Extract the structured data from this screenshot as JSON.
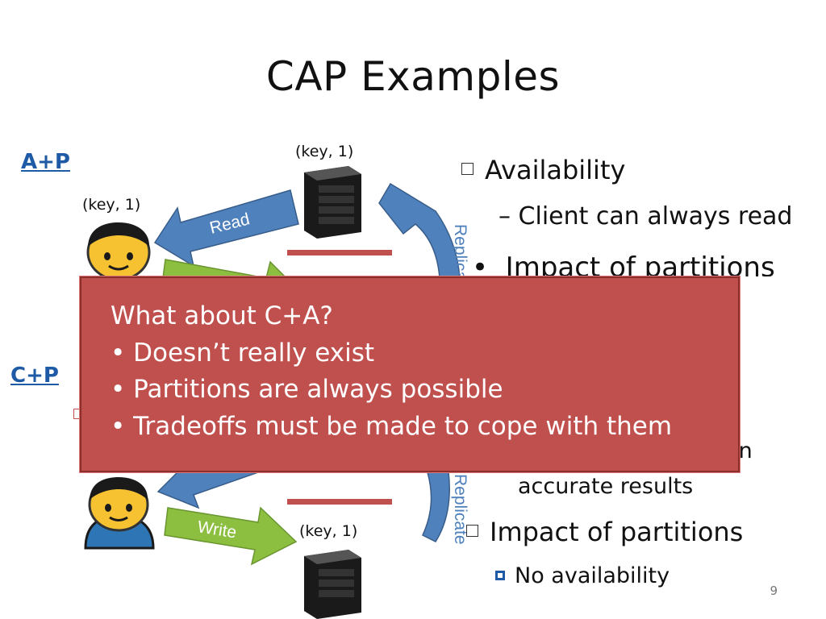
{
  "slide": {
    "title": "CAP Examples",
    "page_number": "9"
  },
  "ap": {
    "label": "A+P",
    "client_key": "(key, 1)",
    "server_key": "(key, 1)",
    "read_label": "Read",
    "replicate_label": "Replicate"
  },
  "cp": {
    "label": "C+P",
    "write_label": "Write",
    "server_key": "(key, 1)",
    "replicate_label": "Replicate"
  },
  "right_panel": {
    "availability": "Availability",
    "client_read": "– Client can always read",
    "impact_partitions_top": "Impact of partitions",
    "rn_fragment": "rn",
    "accurate_results": "accurate results",
    "impact_partitions_bottom": "Impact of partitions",
    "no_availability": "No availability"
  },
  "callout": {
    "heading": "What about C+A?",
    "bullets": [
      "Doesn’t really exist",
      "Partitions are always possible",
      "Tradeoffs must be made to cope with them"
    ]
  },
  "colors": {
    "callout_bg": "#c0504d",
    "read_arrow": "#4f81bd",
    "write_arrow": "#8cbf3f",
    "partition_bar": "#c0504d",
    "link_blue": "#1f5aa6"
  }
}
